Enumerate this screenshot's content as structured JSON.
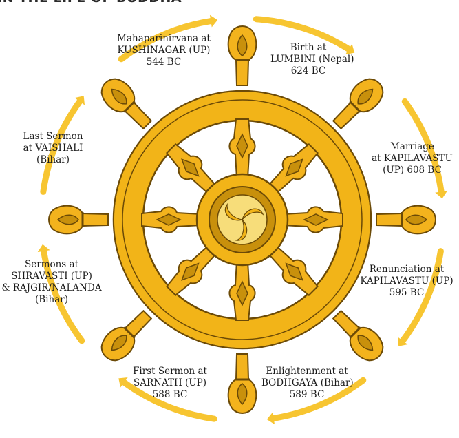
{
  "title": "IN THE LIFE OF BUDDHA",
  "colors": {
    "spoke": "#f3b31d",
    "spoke_dark": "#c8900c",
    "outline": "#6b4a07",
    "rim": "#f2b418",
    "hub_inner": "#f7dd7a",
    "arrow": "#f7c531"
  },
  "events": [
    {
      "id": "birth",
      "lines": [
        "Birth at",
        "LUMBINI (Nepal)",
        "624 BC"
      ]
    },
    {
      "id": "marriage",
      "lines": [
        "Marriage",
        "at KAPILAVASTU",
        "(UP) 608 BC"
      ]
    },
    {
      "id": "renunciation",
      "lines": [
        "Renunciation at",
        "KAPILAVASTU (UP)",
        "595 BC"
      ]
    },
    {
      "id": "enlightenment",
      "lines": [
        "Enlightenment at",
        "BODHGAYA (Bihar)",
        "589 BC"
      ]
    },
    {
      "id": "first-sermon",
      "lines": [
        "First Sermon at",
        "SARNATH (UP)",
        "588 BC"
      ]
    },
    {
      "id": "sermons",
      "lines": [
        "Sermons at",
        "SHRAVASTI (UP)",
        "& RAJGIR/NALANDA",
        "(Bihar)"
      ]
    },
    {
      "id": "last-sermon",
      "lines": [
        "Last Sermon",
        "at VAISHALI",
        "(Bihar)"
      ]
    },
    {
      "id": "mahaparinirvana",
      "lines": [
        "Mahaparinirvana at",
        "KUSHINAGAR (UP)",
        "544 BC"
      ]
    }
  ]
}
